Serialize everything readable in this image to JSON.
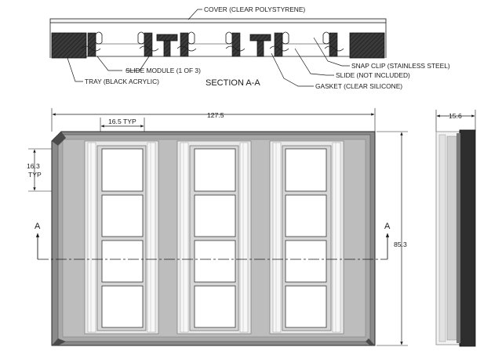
{
  "section": {
    "title": "SECTION A-A",
    "callouts": {
      "cover": "COVER (CLEAR POLYSTYRENE)",
      "slide_module": "SLIDE MODULE (1 OF 3)",
      "tray": "TRAY (BLACK ACRYLIC)",
      "snap_clip": "SNAP CLIP (STAINLESS STEEL)",
      "slide": "SLIDE (NOT INCLUDED)",
      "gasket": "GASKET (CLEAR SILICONE)"
    }
  },
  "plan": {
    "dimensions": {
      "overall_width": "127.5",
      "overall_height": "85.3",
      "well_pitch_x": "16.5 TYP",
      "well_pitch_y_value": "16.3",
      "well_pitch_y_suffix": "TYP",
      "side_thickness": "15.6"
    },
    "section_marker_left": "A",
    "section_marker_right": "A"
  },
  "colors": {
    "tray_dark": "#2e2e2e",
    "tray_mid": "#5a5a5a",
    "module_gray": "#b9b9b9",
    "line": "#1a1a1a",
    "well_fill": "#ffffff"
  }
}
